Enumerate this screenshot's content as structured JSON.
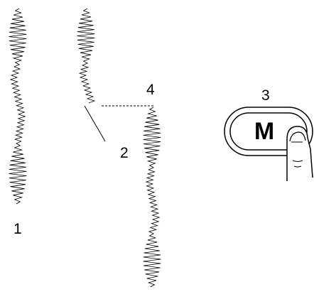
{
  "labels": {
    "stitch_pattern_1": "1",
    "connection_point": "2",
    "memory_key": "3",
    "stitch_pattern_4": "4"
  },
  "button": {
    "letter": "M",
    "icon": "finger-pressing-button-icon"
  },
  "colors": {
    "line": "#000000",
    "background": "#ffffff"
  }
}
